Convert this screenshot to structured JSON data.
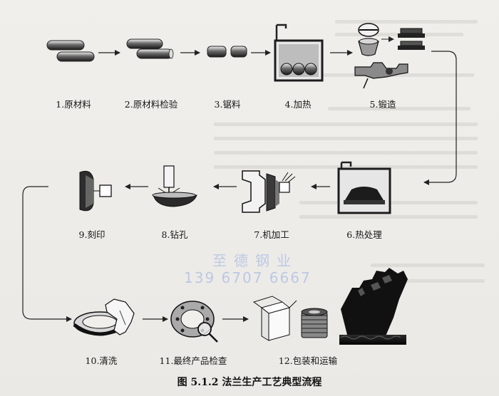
{
  "steps": [
    {
      "label": "1.原材料"
    },
    {
      "label": "2.原材料检验"
    },
    {
      "label": "3.锯料"
    },
    {
      "label": "4.加热"
    },
    {
      "label": "5.锻造"
    },
    {
      "label": "6.热处理"
    },
    {
      "label": "7.机加工"
    },
    {
      "label": "8.钻孔"
    },
    {
      "label": "9.刻印"
    },
    {
      "label": "10.清洗"
    },
    {
      "label": "11.最终产品检查"
    },
    {
      "label": "12.包装和运输"
    }
  ],
  "caption": "图 5.1.2    法兰生产工艺典型流程",
  "watermark": {
    "line1": "至德钢业",
    "line2": "139 6707 6667"
  }
}
